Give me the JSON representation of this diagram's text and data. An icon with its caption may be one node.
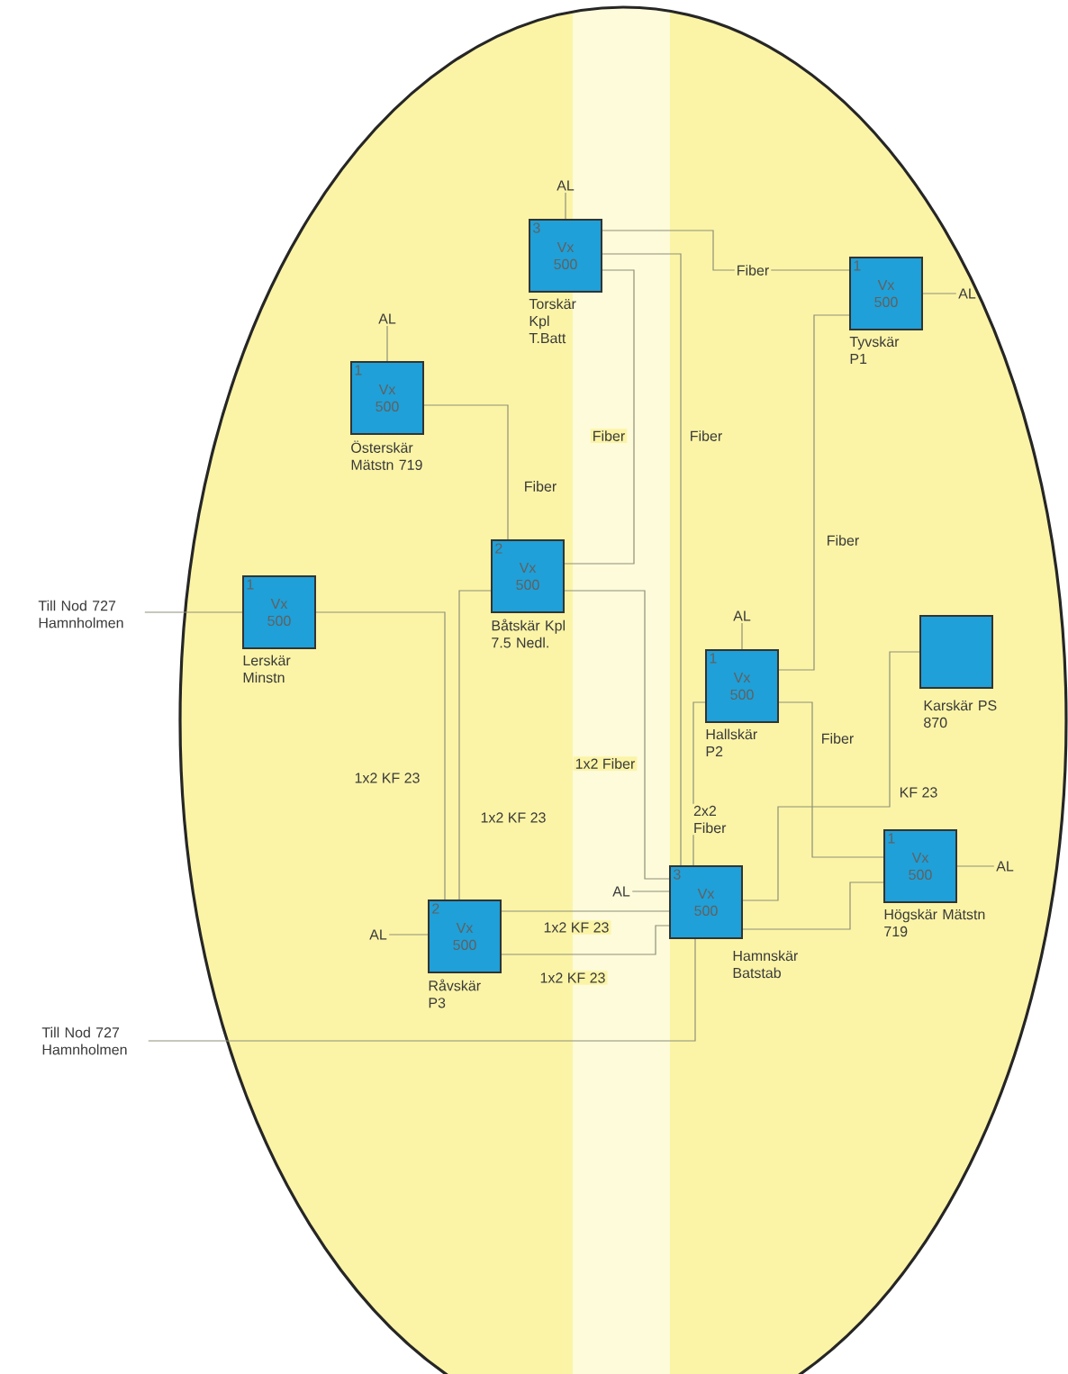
{
  "diagram": {
    "nodes": [
      {
        "text": [
          "AL"
        ]
      },
      {
        "text": [
          "3",
          "Vx 500"
        ],
        "beside": [
          "Torskär Kpl T.Batt"
        ]
      },
      {
        "text": [
          "1",
          "Vx 500"
        ],
        "beside": [
          "Tyvskär P1"
        ]
      },
      {
        "text": [
          "AL"
        ]
      },
      {
        "text": [
          "AL"
        ]
      },
      {
        "text": [
          "1",
          "Vx 500"
        ],
        "beside": [
          "Österskär Mätstn 719"
        ]
      },
      {
        "text": [
          "2",
          "Vx 500"
        ],
        "beside": [
          "Båtskär Kpl 7.5 Nedl."
        ]
      },
      {
        "text": [
          "Till Nod 727 Hamnholmen"
        ]
      },
      {
        "text": [
          "1",
          "Vx 500"
        ],
        "beside": [
          "Lerskär Minstn"
        ]
      },
      {
        "text": [
          "AL"
        ]
      },
      {
        "text": [
          "1",
          "Vx 500"
        ],
        "beside": [
          "Hallskär P2"
        ]
      },
      {
        "text": [],
        "shape": "box",
        "beside": [
          "Karskär PS 870"
        ]
      },
      {
        "text": [
          "1",
          "Vx 500"
        ],
        "beside": [
          "Högskär Mätstn 719"
        ]
      },
      {
        "text": [
          "AL"
        ]
      },
      {
        "text": [
          "AL"
        ]
      },
      {
        "text": [
          "3",
          "Vx 500"
        ],
        "beside": [
          "Hamnskär Batstab"
        ]
      },
      {
        "text": [
          "AL"
        ]
      },
      {
        "text": [
          "2",
          "Vx 500"
        ],
        "beside": [
          "Råvskär P3"
        ]
      },
      {
        "text": [
          "Till Nod 727 Hamnholmen"
        ]
      }
    ],
    "edges": [
      {
        "from": 0,
        "to": 1,
        "arrow": "none"
      },
      {
        "from": 1,
        "to": 2,
        "arrow": "none",
        "label": "Fiber"
      },
      {
        "from": 1,
        "to": 15,
        "arrow": "none",
        "label": "Fiber"
      },
      {
        "from": 1,
        "to": 6,
        "arrow": "none",
        "label": "Fiber"
      },
      {
        "from": 5,
        "to": 6,
        "arrow": "none",
        "label": "Fiber"
      },
      {
        "from": 2,
        "to": 3,
        "arrow": "none"
      },
      {
        "from": 2,
        "to": 10,
        "arrow": "none",
        "label": "Fiber"
      },
      {
        "from": 7,
        "to": 8,
        "arrow": "none"
      },
      {
        "from": 8,
        "to": 17,
        "arrow": "none",
        "label": "1x2 KF 23"
      },
      {
        "from": 6,
        "to": 17,
        "arrow": "none",
        "label": "1x2 KF 23"
      },
      {
        "from": 6,
        "to": 15,
        "arrow": "none",
        "label": "1x2 Fiber"
      },
      {
        "from": 9,
        "to": 10,
        "arrow": "none"
      },
      {
        "from": 10,
        "to": 15,
        "arrow": "none",
        "label": "2x2 Fiber"
      },
      {
        "from": 10,
        "to": 12,
        "arrow": "none",
        "label": "Fiber"
      },
      {
        "from": 11,
        "to": 15,
        "arrow": "none",
        "label": "KF 23"
      },
      {
        "from": 12,
        "to": 13,
        "arrow": "none"
      },
      {
        "from": 14,
        "to": 15,
        "arrow": "none"
      },
      {
        "from": 16,
        "to": 17,
        "arrow": "none"
      },
      {
        "from": 17,
        "to": 15,
        "arrow": "none",
        "label": "1x2 KF 23"
      },
      {
        "from": 17,
        "to": 15,
        "arrow": "none",
        "label": "1x2 KF 23"
      },
      {
        "from": 15,
        "to": 12,
        "arrow": "none"
      },
      {
        "from": 18,
        "to": 15,
        "arrow": "none"
      },
      {
        "from": 5,
        "to": 4,
        "arrow": "none"
      }
    ]
  }
}
